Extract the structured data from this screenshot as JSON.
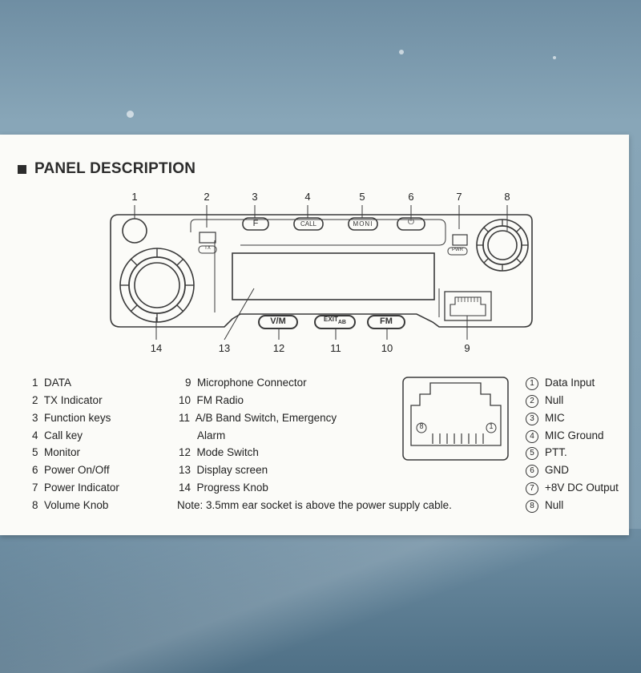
{
  "header": {
    "title": "PANEL DESCRIPTION"
  },
  "callouts_top": [
    "1",
    "2",
    "3",
    "4",
    "5",
    "6",
    "7",
    "8"
  ],
  "callouts_bottom": [
    "14",
    "13",
    "12",
    "11",
    "10",
    "9"
  ],
  "panel": {
    "btn_f": "F",
    "btn_call": "CALL",
    "btn_moni": "MONI",
    "btn_power": "⏻",
    "tx_label": "TX",
    "pwr_label": "PWR",
    "btn_vm": "V/M",
    "btn_exit": "EXIT",
    "btn_exit_sub": "AB",
    "btn_fm": "FM"
  },
  "legend_left": [
    {
      "n": "1",
      "label": "DATA"
    },
    {
      "n": "2",
      "label": "TX Indicator"
    },
    {
      "n": "3",
      "label": "Function keys"
    },
    {
      "n": "4",
      "label": "Call key"
    },
    {
      "n": "5",
      "label": "Monitor"
    },
    {
      "n": "6",
      "label": "Power On/Off"
    },
    {
      "n": "7",
      "label": "Power Indicator"
    },
    {
      "n": "8",
      "label": "Volume Knob"
    }
  ],
  "legend_mid": [
    {
      "n": "9",
      "label": "Microphone Connector"
    },
    {
      "n": "10",
      "label": "FM Radio"
    },
    {
      "n": "11",
      "label": "A/B Band Switch, Emergency"
    },
    {
      "n": "",
      "label": "Alarm"
    },
    {
      "n": "12",
      "label": "Mode Switch"
    },
    {
      "n": "13",
      "label": "Display screen"
    },
    {
      "n": "14",
      "label": "Progress Knob"
    }
  ],
  "note": "Note: 3.5mm ear socket is above the power supply cable.",
  "connector": {
    "pin_left": "8",
    "pin_right": "1"
  },
  "pin_legend": [
    {
      "n": "1",
      "label": "Data Input"
    },
    {
      "n": "2",
      "label": "Null"
    },
    {
      "n": "3",
      "label": "MIC"
    },
    {
      "n": "4",
      "label": "MIC Ground"
    },
    {
      "n": "5",
      "label": "PTT."
    },
    {
      "n": "6",
      "label": "GND"
    },
    {
      "n": "7",
      "label": "+8V DC Output"
    },
    {
      "n": "8",
      "label": "Null"
    }
  ]
}
